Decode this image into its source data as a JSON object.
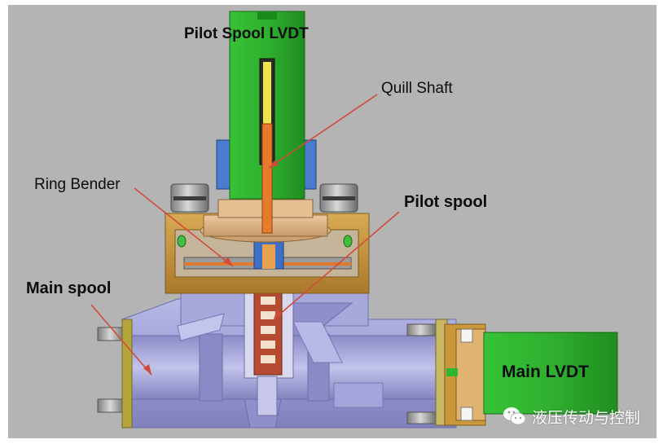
{
  "labels": {
    "pilot_spool_lvdt": "Pilot Spool LVDT",
    "quill_shaft": "Quill Shaft",
    "ring_bender": "Ring Bender",
    "pilot_spool": "Pilot spool",
    "main_spool": "Main spool",
    "main_lvdt": "Main LVDT"
  },
  "watermark": {
    "text": "液压传动与控制",
    "icon": "wechat-icon"
  },
  "colors": {
    "background": "#b4b4b4",
    "lvdt_green": "#2fb82f",
    "body_lavender": "#9d9ed6",
    "bronze": "#c9983a",
    "tan": "#e0b88a",
    "quill_orange": "#e77a2c",
    "pointer_red": "#d24b3a",
    "blue_sleeve": "#3d6fc4",
    "spool_brown": "#a2432c"
  }
}
